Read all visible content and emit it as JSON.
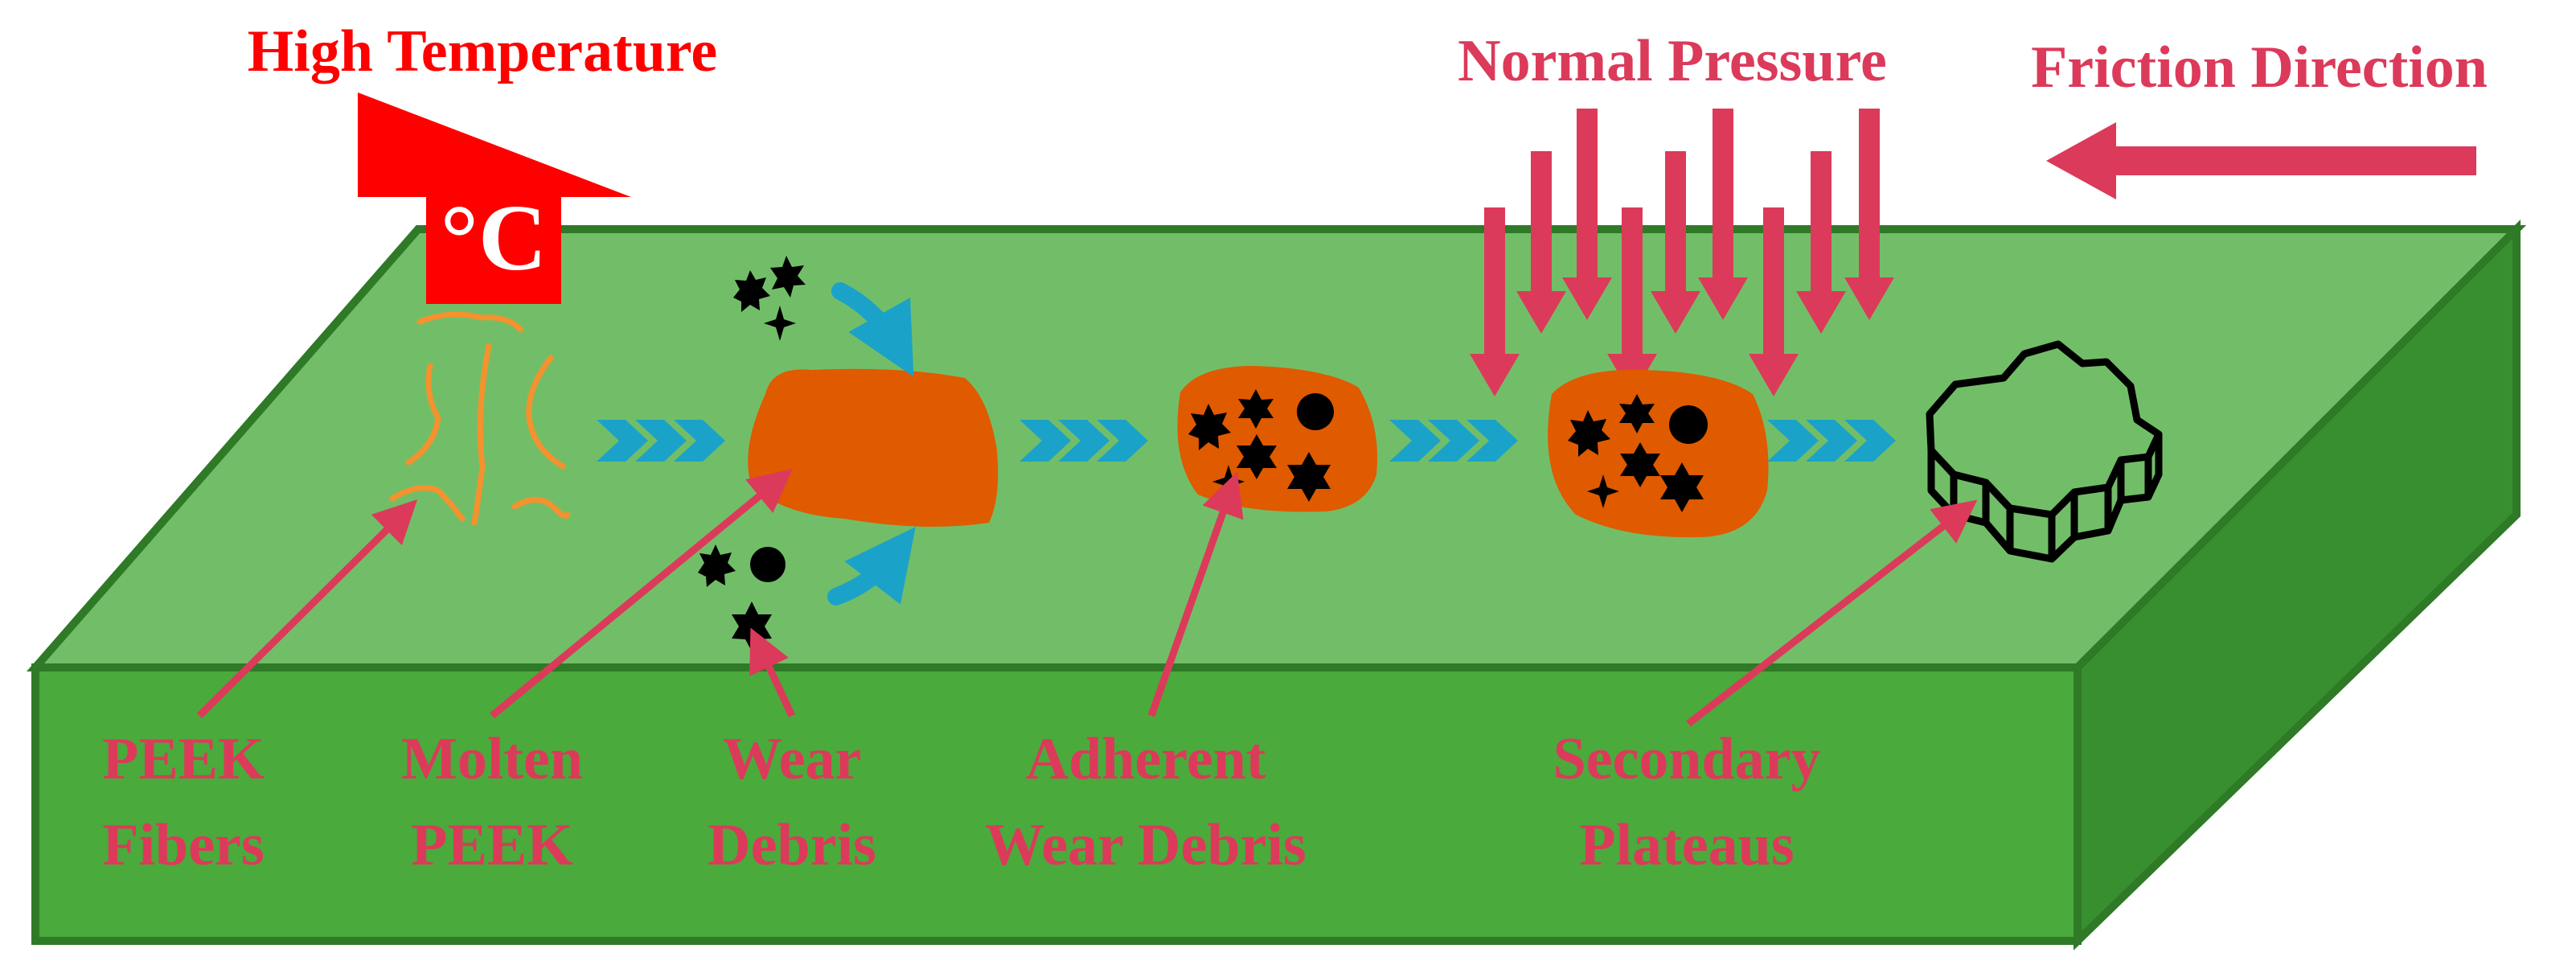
{
  "title_temperature": "High Temperature",
  "temperature_unit": "°C",
  "title_pressure": "Normal Pressure",
  "title_friction": "Friction Direction",
  "labels": {
    "peek_fibers": [
      "PEEK",
      "Fibers"
    ],
    "molten_peek": [
      "Molten",
      "PEEK"
    ],
    "wear_debris": [
      "Wear",
      "Debris"
    ],
    "adherent_wear_debris": [
      "Adherent",
      "Wear Debris"
    ],
    "secondary_plateaus": [
      "Secondary",
      "Plateaus"
    ]
  },
  "colors": {
    "surface_top": "#72BE68",
    "surface_front": "#4AAA3C",
    "surface_side": "#388F30",
    "surface_edge": "#2E7A26",
    "label_red": "#DC3A5A",
    "heat_red": "#FF0000",
    "molten_orange": "#E05A00",
    "fiber_orange": "#F4922E",
    "chevron_blue": "#1BA2C8",
    "debris_black": "#000000"
  }
}
